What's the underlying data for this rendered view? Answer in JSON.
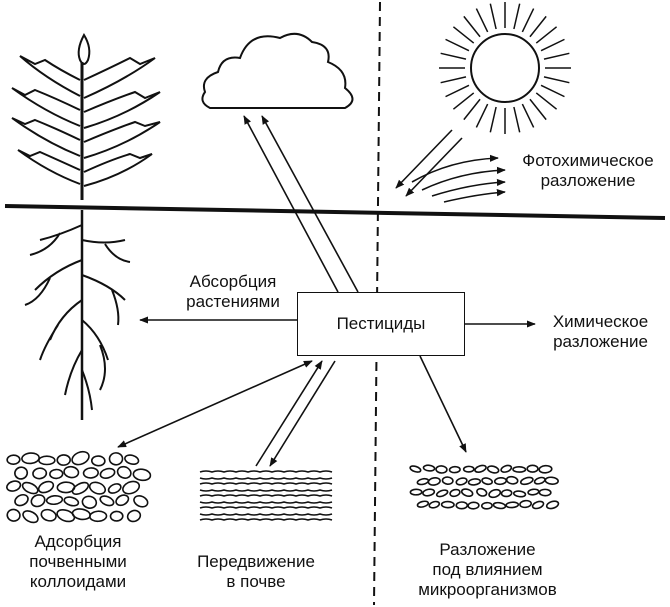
{
  "center": {
    "label": "Пестициды"
  },
  "labels": {
    "photochemical": [
      "Фотохимическое",
      "разложение"
    ],
    "absorption": [
      "Абсорбция",
      "растениями"
    ],
    "chemical": [
      "Химическое",
      "разложение"
    ],
    "adsorption": [
      "Адсорбция",
      "почвенными",
      "коллоидами"
    ],
    "movement": [
      "Передвижение",
      "в почве"
    ],
    "microbial": [
      "Разложение",
      "под влиянием",
      "микроорганизмов"
    ]
  },
  "icons": [
    "plant-icon",
    "cloud-icon",
    "sun-icon",
    "soil-particles-icon",
    "soil-layers-icon",
    "microorganism-soil-icon"
  ],
  "colors": {
    "ink": "#111111",
    "background": "#ffffff"
  }
}
